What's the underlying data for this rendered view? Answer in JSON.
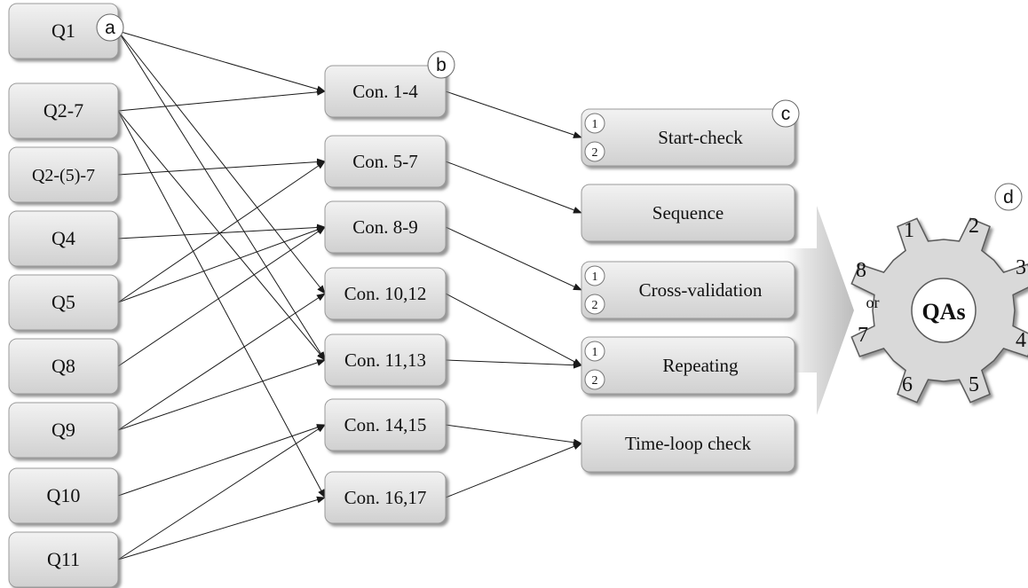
{
  "diagram": {
    "markers": [
      "a",
      "b",
      "c",
      "d"
    ],
    "questions": [
      {
        "id": "q1",
        "label": "Q1"
      },
      {
        "id": "q27",
        "label": "Q2-7"
      },
      {
        "id": "q257",
        "label": "Q2-(5)-7"
      },
      {
        "id": "q4",
        "label": "Q4"
      },
      {
        "id": "q5",
        "label": "Q5"
      },
      {
        "id": "q8",
        "label": "Q8"
      },
      {
        "id": "q9",
        "label": "Q9"
      },
      {
        "id": "q10",
        "label": "Q10"
      },
      {
        "id": "q11",
        "label": "Q11"
      }
    ],
    "constraints": [
      {
        "id": "c14",
        "label": "Con. 1-4"
      },
      {
        "id": "c57",
        "label": "Con. 5-7"
      },
      {
        "id": "c89",
        "label": "Con. 8-9"
      },
      {
        "id": "c1012",
        "label": "Con. 10,12"
      },
      {
        "id": "c1113",
        "label": "Con. 11,13"
      },
      {
        "id": "c1415",
        "label": "Con. 14,15"
      },
      {
        "id": "c1617",
        "label": "Con. 16,17"
      }
    ],
    "checks": [
      {
        "id": "start",
        "label": "Start-check",
        "badges": [
          "1",
          "2"
        ]
      },
      {
        "id": "sequence",
        "label": "Sequence",
        "badges": []
      },
      {
        "id": "cross",
        "label": "Cross-validation",
        "badges": [
          "1",
          "2"
        ]
      },
      {
        "id": "repeating",
        "label": "Repeating",
        "badges": [
          "1",
          "2"
        ]
      },
      {
        "id": "timeloop",
        "label": "Time-loop check",
        "badges": []
      }
    ],
    "links_q_to_con": [
      [
        "q1",
        "c14"
      ],
      [
        "q1",
        "c1012"
      ],
      [
        "q1",
        "c1113"
      ],
      [
        "q27",
        "c14"
      ],
      [
        "q27",
        "c1113"
      ],
      [
        "q27",
        "c1617"
      ],
      [
        "q257",
        "c57"
      ],
      [
        "q4",
        "c89"
      ],
      [
        "q5",
        "c57"
      ],
      [
        "q5",
        "c89"
      ],
      [
        "q8",
        "c89"
      ],
      [
        "q9",
        "c1012"
      ],
      [
        "q9",
        "c1113"
      ],
      [
        "q10",
        "c1415"
      ],
      [
        "q11",
        "c1415"
      ],
      [
        "q11",
        "c1617"
      ]
    ],
    "links_con_to_check": [
      [
        "c14",
        "start"
      ],
      [
        "c57",
        "sequence"
      ],
      [
        "c89",
        "cross"
      ],
      [
        "c1012",
        "repeating"
      ],
      [
        "c1113",
        "repeating"
      ],
      [
        "c1415",
        "timeloop"
      ],
      [
        "c1617",
        "timeloop"
      ]
    ],
    "gear": {
      "center_label": "QAs",
      "tooth_labels": [
        "1",
        "2",
        "3",
        "4",
        "5",
        "6",
        "7",
        "8"
      ],
      "or_label": "or"
    },
    "colors": {
      "box_fill_top": "#f2f2f2",
      "box_fill_bottom": "#d0d0d0",
      "box_stroke": "#9a9a9a",
      "shadow": "#8c8c8c",
      "line": "#1a1a1a",
      "gear_fill": "#d9d9d9",
      "gear_stroke": "#5a5a5a",
      "arrow_fill": "#c8c8c8"
    }
  }
}
